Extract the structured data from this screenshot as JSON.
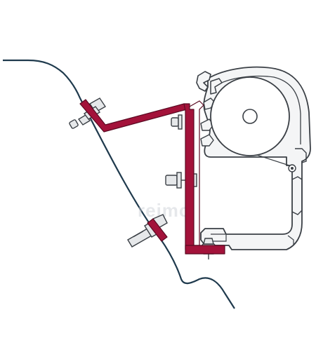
{
  "diagram": {
    "type": "technical-illustration",
    "watermark": "reimo",
    "colors": {
      "background": "#ffffff",
      "vehicle_line": "#1f3a4d",
      "outline": "#3a3f45",
      "bracket_fill": "#a3123a",
      "bracket_stroke": "#5a0a22",
      "profile_fill": "#f4f5f6",
      "roller_fill": "#ffffff",
      "bolt_fill": "#e6e8ea"
    },
    "components": [
      {
        "id": "vehicle-body-contour",
        "label": ""
      },
      {
        "id": "adapter-bracket",
        "label": ""
      },
      {
        "id": "awning-profile-housing",
        "label": ""
      },
      {
        "id": "fabric-roller",
        "label": ""
      },
      {
        "id": "bolt-upper-left",
        "label": ""
      },
      {
        "id": "bolt-lower-left",
        "label": ""
      },
      {
        "id": "bolt-middle",
        "label": ""
      },
      {
        "id": "bolt-upper-right",
        "label": ""
      },
      {
        "id": "bolt-bottom",
        "label": ""
      }
    ]
  }
}
